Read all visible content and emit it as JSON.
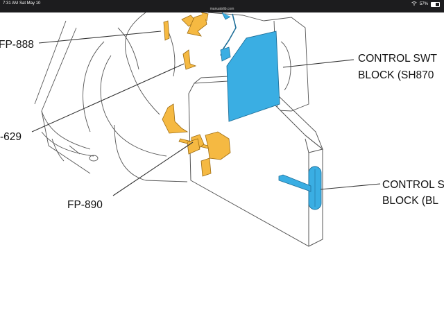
{
  "status_bar": {
    "time": "7:31 AM",
    "date": "Sat May 10",
    "url": "manualslib.com",
    "battery_percent": "57%",
    "battery_level": 0.57,
    "wifi_icon": "wifi-icon",
    "battery_icon": "battery-icon"
  },
  "diagram": {
    "labels": {
      "fp888": "FP-888",
      "fp629": "-629",
      "fp890": "FP-890",
      "control_top_line1": "CONTROL SWT",
      "control_top_line2": "BLOCK (SH870",
      "control_right_line1": "CONTROL S",
      "control_right_line2": "BLOCK (BL"
    },
    "colors": {
      "flex_orange": "#f5b942",
      "switch_blue": "#3aaee3",
      "line": "#333333"
    }
  }
}
